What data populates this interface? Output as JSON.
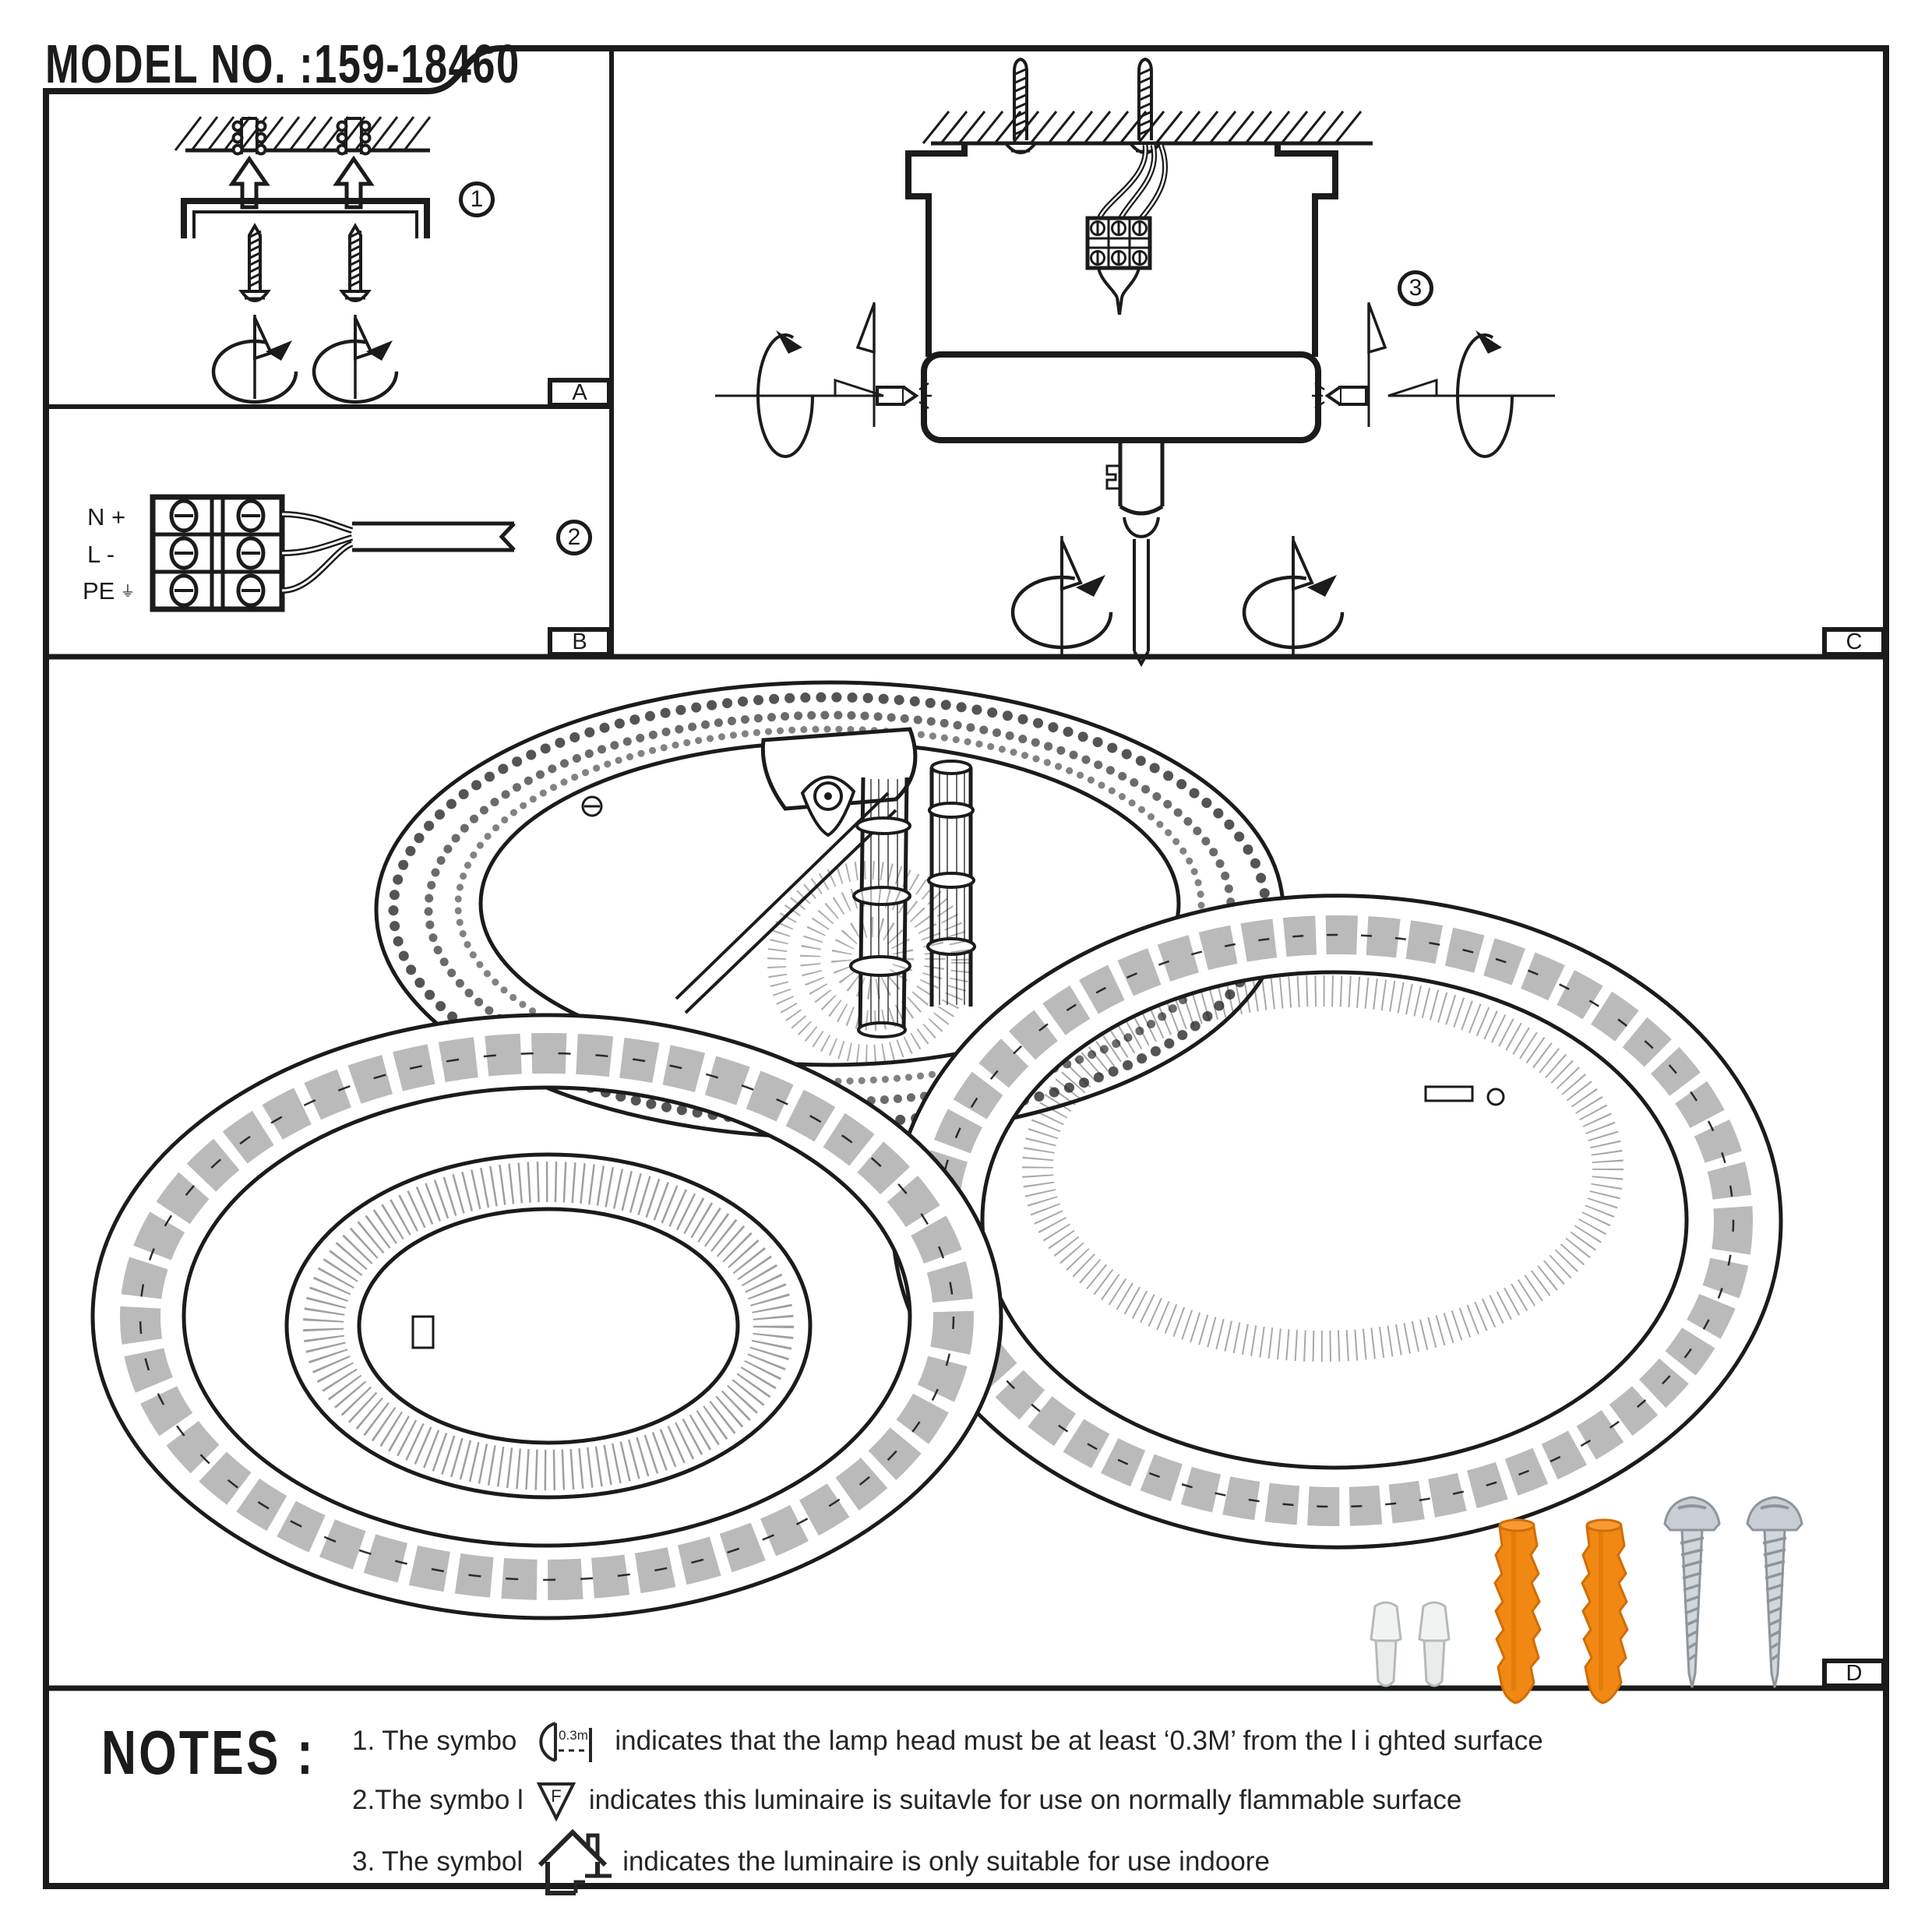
{
  "page": {
    "title": "MODEL NO. :159-18460"
  },
  "panels": {
    "a": {
      "label": "A",
      "step": "1"
    },
    "b": {
      "label": "B",
      "step": "2",
      "terminals": [
        "N +",
        "L -",
        "PE"
      ],
      "earth_symbol": "⏚"
    },
    "c": {
      "label": "C",
      "step": "3"
    },
    "d": {
      "label": "D",
      "parts": [
        {
          "name": "wire-connector-caps",
          "qty": 2,
          "color": "#F1F3F3"
        },
        {
          "name": "wall-plug-anchors",
          "qty": 2,
          "color": "#F18813"
        },
        {
          "name": "mounting-screws",
          "qty": 2,
          "color": "#C9CED4"
        }
      ]
    }
  },
  "notes": {
    "heading": "NOTES :",
    "items": [
      {
        "prefix": "1. The symbo",
        "symbol": "min-distance-symbol",
        "symbol_text": "0.3m",
        "suffix": "indicates that the lamp head must be at least ‘0.3M’ from the l i ghted surface"
      },
      {
        "prefix": "2.The symbo l",
        "symbol": "f-triangle-symbol",
        "symbol_text": "F",
        "suffix": "indicates this luminaire is suitavle for use on normally flammable surface"
      },
      {
        "prefix": "3. The symbol",
        "symbol": "indoor-house-symbol",
        "symbol_text": "",
        "suffix": "indicates the luminaire is only suitable for use indoore"
      }
    ]
  },
  "colors": {
    "line": "#1B1B1B",
    "anchor_orange": "#F18813",
    "screw_gray": "#C9CED4",
    "nut_white": "#F1F3F3"
  }
}
